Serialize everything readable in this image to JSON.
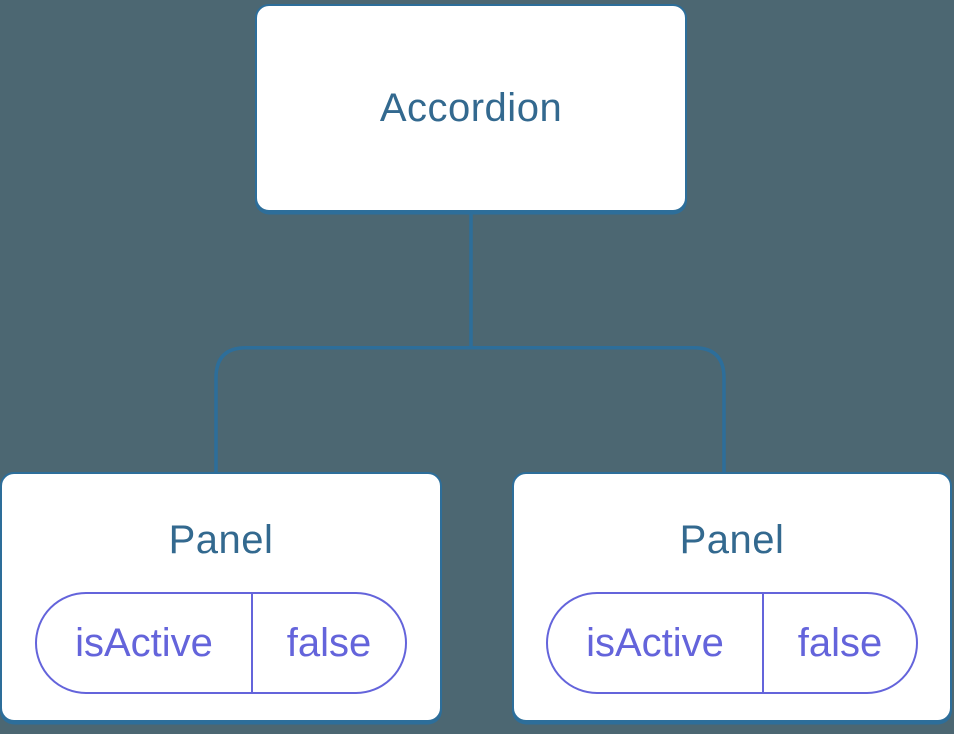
{
  "diagram": {
    "root": {
      "label": "Accordion"
    },
    "children": [
      {
        "label": "Panel",
        "state": {
          "name": "isActive",
          "value": "false"
        }
      },
      {
        "label": "Panel",
        "state": {
          "name": "isActive",
          "value": "false"
        }
      }
    ],
    "colors": {
      "background": "#4C6772",
      "connector": "#2D6E9A",
      "node_border": "#2D6E9A",
      "node_fill": "#FFFFFF",
      "node_text": "#33698F",
      "state_accent": "#6464DB"
    }
  }
}
